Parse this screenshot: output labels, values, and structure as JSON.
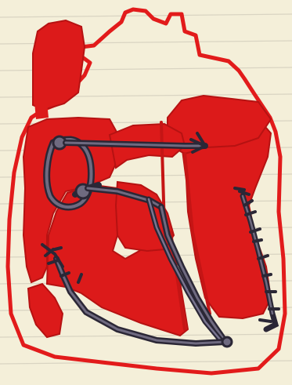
{
  "colors": {
    "paper": "#f4efd9",
    "rule_line": "#d9d4c2",
    "margin_line": "#e3c7c3",
    "heart_outline": "#e21b1b",
    "heart_fill": "#dc1a1a",
    "heart_fill_dark": "#b61212",
    "conduction_fill": "#6f6a80",
    "conduction_stroke": "#2b2736"
  },
  "parts": [
    {
      "name": "aorta",
      "icon": "aorta-icon"
    },
    {
      "name": "superior-vena-cava",
      "icon": "vessel-icon"
    },
    {
      "name": "pulmonary-trunk",
      "icon": "vessel-icon"
    },
    {
      "name": "right-atrium",
      "icon": "chamber-icon"
    },
    {
      "name": "left-atrium",
      "icon": "chamber-icon"
    },
    {
      "name": "right-ventricle",
      "icon": "chamber-icon"
    },
    {
      "name": "left-ventricle",
      "icon": "chamber-icon"
    },
    {
      "name": "inferior-vena-cava",
      "icon": "vessel-icon"
    },
    {
      "name": "sa-node",
      "icon": "node-icon"
    },
    {
      "name": "av-node",
      "icon": "node-icon"
    },
    {
      "name": "bundle-of-his",
      "icon": "pathway-icon"
    },
    {
      "name": "left-bundle-branch",
      "icon": "pathway-icon"
    },
    {
      "name": "right-bundle-branch",
      "icon": "pathway-icon"
    },
    {
      "name": "purkinje-fibers",
      "icon": "fiber-icon"
    }
  ]
}
